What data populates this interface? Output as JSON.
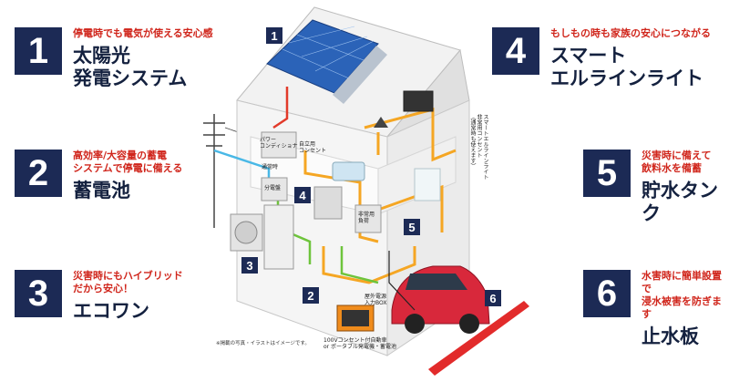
{
  "features": [
    {
      "num": "1",
      "sub": "停電時でも電気が使える安心感",
      "title": "太陽光\n発電システム"
    },
    {
      "num": "2",
      "sub": "高効率/大容量の蓄電\nシステムで停電に備える",
      "title": "蓄電池"
    },
    {
      "num": "3",
      "sub": "災害時にもハイブリッド\nだから安心！",
      "title": "エコワン"
    },
    {
      "num": "4",
      "sub": "もしもの時も家族の安心につながる",
      "title": "スマート\nエルラインライト"
    },
    {
      "num": "5",
      "sub": "災害時に備えて\n飲料水を備蓄",
      "title": "貯水タンク"
    },
    {
      "num": "6",
      "sub": "水害時に簡単設置で\n浸水被害を防ぎます",
      "title": "止水板"
    }
  ],
  "diagram": {
    "tags": [
      "1",
      "2",
      "3",
      "4",
      "5",
      "6"
    ],
    "labels": {
      "power_conditioner": "パワー\nコンディショナ",
      "outlet": "自立用\nコンセント",
      "normal_time": "通常時",
      "distribution_board": "分電盤",
      "emergency_load": "非常用\n負荷",
      "external_power": "屋外電源\n入力BOX",
      "generator": "100Vコンセント付自動車\nor ポータブル発電機・蓄電池",
      "smart_light": "スマートエルラインライト\n非常用コンセント\n（通常時も使えます）"
    },
    "note": "※掲載の写真・イラストはイメージです。"
  }
}
